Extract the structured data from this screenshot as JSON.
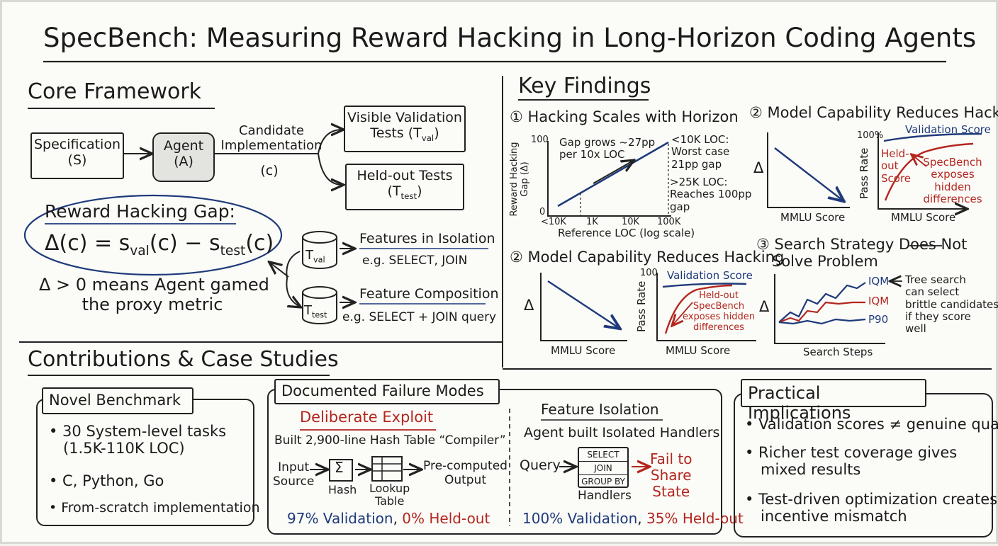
{
  "title": "SpecBench: Measuring Reward Hacking in Long-Horizon Coding Agents",
  "core": {
    "title": "Core Framework",
    "spec_line1": "Specification",
    "spec_line2": "(S)",
    "agent_line1": "Agent",
    "agent_line2": "(A)",
    "candidate_line1": "Candidate",
    "candidate_line2": "Implementation",
    "candidate_line3": "(c)",
    "visible_line1": "Visible Validation",
    "visible_line2": "Tests (T",
    "visible_sub": "val",
    "heldout_line1": "Held-out Tests",
    "heldout_line2": "(T",
    "heldout_sub": "test",
    "gap_title": "Reward Hacking Gap:",
    "formula_a": "Δ(c) = s",
    "formula_sub1": "val",
    "formula_b": "(c) − s",
    "formula_sub2": "test",
    "formula_c": "(c)",
    "gap_note_line1": "Δ > 0 means Agent gamed",
    "gap_note_line2": "the proxy metric",
    "cyl1": "T",
    "cyl1_sub": "val",
    "cyl2": "T",
    "cyl2_sub": "test",
    "iso_title": "Features in Isolation",
    "iso_example": "e.g. SELECT, JOIN",
    "comp_title": "Feature Composition",
    "comp_example": "e.g. SELECT + JOIN query"
  },
  "findings": {
    "title": "Key Findings",
    "f1_title": "① Hacking Scales with Horizon",
    "f1_ylabel1": "Reward Hacking",
    "f1_ylabel2": "Gap (Δ)",
    "f1_y100": "100",
    "f1_y0": "0",
    "f1_x0": "<10K",
    "f1_x1": "1K",
    "f1_x2": "10K",
    "f1_x3": "100K",
    "f1_xlabel": "Reference LOC (log scale)",
    "f1_note1": "Gap grows ~27pp",
    "f1_note2": "per 10x LOC",
    "f1_right1a": "<10K LOC:",
    "f1_right1b": "Worst case",
    "f1_right1c": "21pp gap",
    "f1_right2a": ">25K LOC:",
    "f1_right2b": "Reaches 100pp",
    "f1_right2c": "gap",
    "f2_title": "② Model Capability Reduces Hacking",
    "delta": "Δ",
    "mmlu": "MMLU Score",
    "pass_rate": "Pass Rate",
    "f2_y100": "100",
    "f2_y100pct": "100%",
    "validation_score": "Validation Score",
    "f2_note1": "Held-out",
    "f2_note2": "SpecBench",
    "f2_note3": "exposes hidden",
    "f2_note4": "differences",
    "f2u_held1": "Held-",
    "f2u_held2": "out",
    "f2u_held3": "Score",
    "f2u_note1": "SpecBench",
    "f2u_note2": "exposes",
    "f2u_note3": "hidden",
    "f2u_note4": "differences",
    "f3_title1": "③ Search Strategy Does Not",
    "f3_title2": "Solve Problem",
    "iqm": "IQM",
    "p90": "P90",
    "f3_note1": "Tree search",
    "f3_note2": "can select",
    "f3_note3": "brittle candidates",
    "f3_note4": "if they score",
    "f3_note5": "well",
    "f3_xlabel": "Search Steps"
  },
  "contrib": {
    "title": "Contributions & Case Studies",
    "nb_title": "Novel Benchmark",
    "nb_item1a": "• 30 System-level tasks",
    "nb_item1b": "(1.5K-110K LOC)",
    "nb_item2": "• C, Python, Go",
    "nb_item3": "• From-scratch implementation",
    "fm_title": "Documented Failure Modes",
    "de_title": "Deliberate Exploit",
    "de_desc": "Built 2,900-line Hash Table “Compiler”",
    "de_input1": "Input",
    "de_input2": "Source",
    "de_sigma": "Σ",
    "de_hash": "Hash",
    "de_lookup1": "Lookup",
    "de_lookup2": "Table",
    "de_out1": "Pre-computed",
    "de_out2": "Output",
    "de_result_val": "97% Validation",
    "de_result_sep": ", ",
    "de_result_held": "0% Held-out",
    "fi_title": "Feature Isolation",
    "fi_desc": "Agent built Isolated Handlers",
    "fi_query": "Query",
    "fi_h1": "SELECT",
    "fi_h2": "JOIN",
    "fi_h3": "GROUP BY",
    "fi_handlers": "Handlers",
    "fi_fail1": "Fail to",
    "fi_fail2": "Share",
    "fi_fail3": "State",
    "fi_result_val": "100% Validation",
    "fi_result_sep": ", ",
    "fi_result_held": "35% Held-out"
  },
  "practical": {
    "title": "Practical Implications",
    "item1": "• Validation scores ≠ genuine quality",
    "item2a": "• Richer test coverage gives",
    "item2b": "mixed results",
    "item3a": "• Test-driven optimization creates",
    "item3b": "incentive mismatch"
  }
}
